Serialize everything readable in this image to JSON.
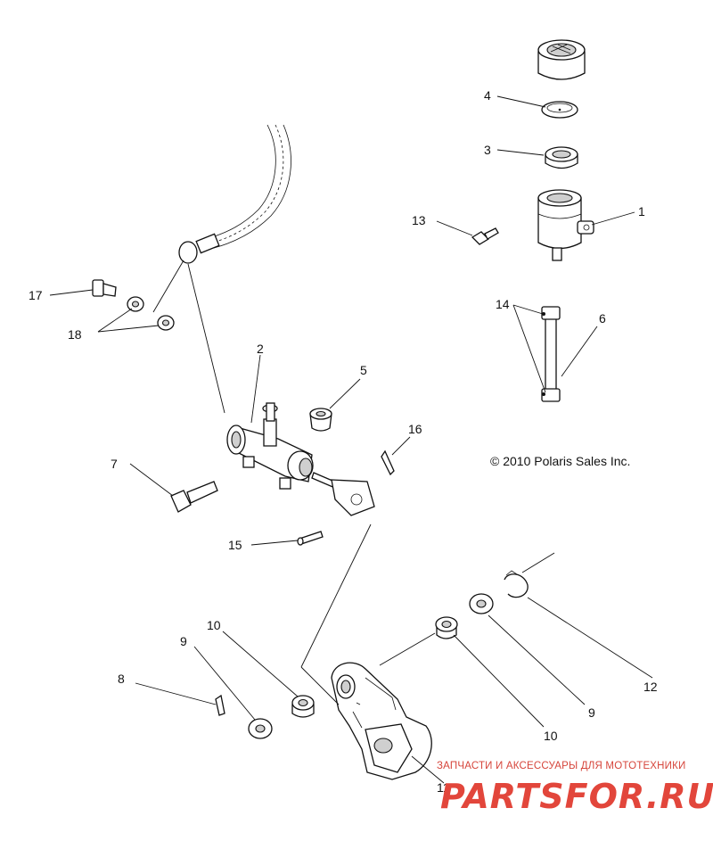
{
  "copyright": "© 2010 Polaris Sales Inc.",
  "watermark": {
    "subtitle": "ЗАПЧАСТИ И АКСЕССУАРЫ ДЛЯ МОТОТЕХНИКИ",
    "brand": "PARTSFOR.RU"
  },
  "callouts": [
    {
      "id": "c1",
      "text": "1"
    },
    {
      "id": "c2",
      "text": "2"
    },
    {
      "id": "c3",
      "text": "3"
    },
    {
      "id": "c4",
      "text": "4"
    },
    {
      "id": "c5",
      "text": "5"
    },
    {
      "id": "c6",
      "text": "6"
    },
    {
      "id": "c7",
      "text": "7"
    },
    {
      "id": "c8",
      "text": "8"
    },
    {
      "id": "c9a",
      "text": "9"
    },
    {
      "id": "c9b",
      "text": "9"
    },
    {
      "id": "c10a",
      "text": "10"
    },
    {
      "id": "c10b",
      "text": "10"
    },
    {
      "id": "c11",
      "text": "11"
    },
    {
      "id": "c12",
      "text": "12"
    },
    {
      "id": "c13",
      "text": "13"
    },
    {
      "id": "c14",
      "text": "14"
    },
    {
      "id": "c15",
      "text": "15"
    },
    {
      "id": "c16",
      "text": "16"
    },
    {
      "id": "c17",
      "text": "17"
    },
    {
      "id": "c18",
      "text": "18"
    }
  ]
}
